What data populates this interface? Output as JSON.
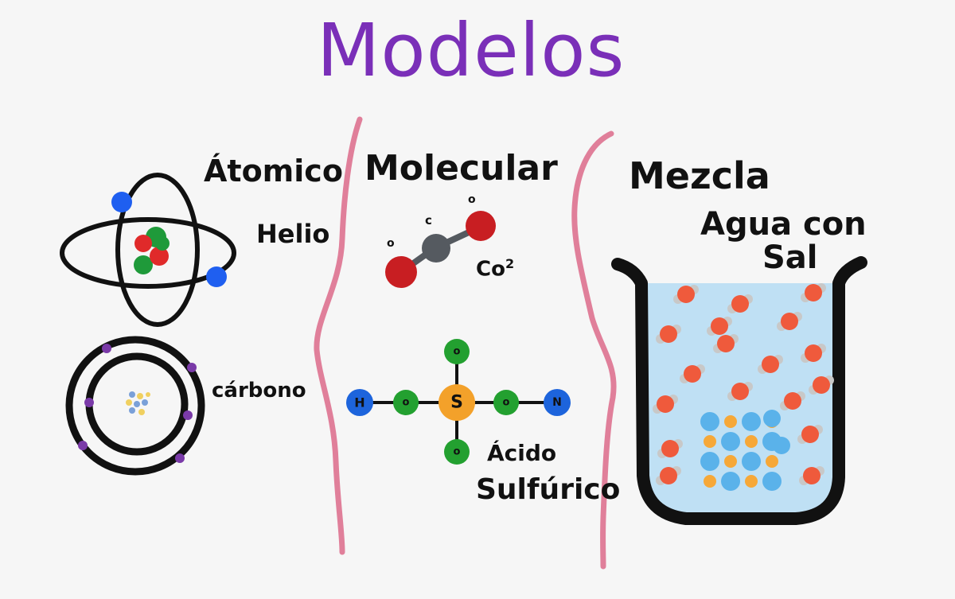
{
  "title": "Modelos",
  "colors": {
    "title": "#7a2fb8",
    "divider": "#e07f9a",
    "ink": "#111111",
    "electron_blue": "#1f5ff0",
    "proton_red": "#e02a2a",
    "neutron_green": "#1f9a3a",
    "carbon_orbit_purple": "#7a3aa8",
    "oxygen_red": "#c81e22",
    "carbon_grey": "#555a60",
    "sulfur_orange": "#f3a12a",
    "oxygen_green": "#23a030",
    "hydrogen_blue": "#1d64dc",
    "water": "#bfe0f4",
    "salt_blue": "#5ab2ea",
    "salt_orange": "#f6a838",
    "water_red": "#ef5a3c",
    "water_grey": "#c8c8c8"
  },
  "atomic": {
    "heading": "Átomico",
    "helium_label": "Helio",
    "carbon_label": "cárbono"
  },
  "molecular": {
    "heading": "Molecular",
    "co2": {
      "carbon_letter": "c",
      "oxygen_letter": "o",
      "formula": "Co",
      "formula_sup": "2"
    },
    "sulfuric": {
      "letters": {
        "h": "H",
        "o": "o",
        "s": "S",
        "n": "N"
      },
      "label_line1": "Ácido",
      "label_line2": "Sulfúrico"
    }
  },
  "mixture": {
    "heading": "Mezcla",
    "label_line1": "Agua con",
    "label_line2": "Sal"
  }
}
